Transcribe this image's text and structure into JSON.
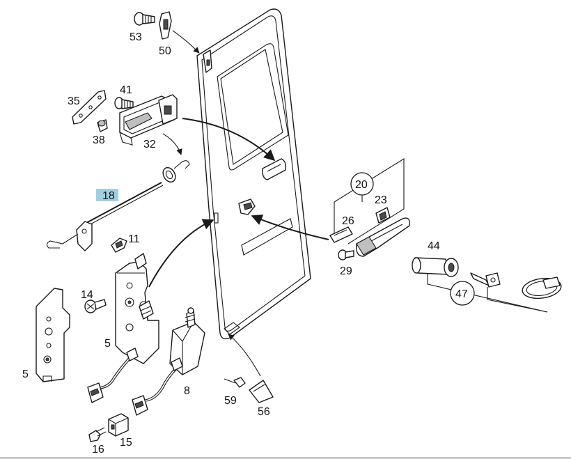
{
  "labels": {
    "p53": "53",
    "p50": "50",
    "p35": "35",
    "p41": "41",
    "p38": "38",
    "p32": "32",
    "p18": "18",
    "p11": "11",
    "p14": "14",
    "p5a": "5",
    "p5b": "5",
    "p8": "8",
    "p20": "20",
    "p23": "23",
    "p26": "26",
    "p29": "29",
    "p44": "44",
    "p47": "47",
    "p59": "59",
    "p56": "56",
    "p16": "16",
    "p15": "15"
  },
  "highlight": {
    "label": "18",
    "color": "#9fd0e0"
  }
}
